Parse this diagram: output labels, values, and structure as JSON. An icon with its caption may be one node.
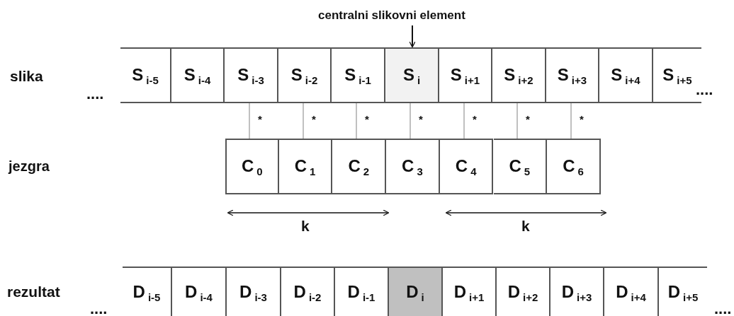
{
  "diagram": {
    "nodes": [
      {
        "text": [
          "centralni slikovni element"
        ]
      },
      {
        "text": [
          "S$_{i-5}$"
        ]
      },
      {
        "text": [
          "S$_{i-4}$"
        ]
      },
      {
        "text": [
          "S$_{i-3}$"
        ]
      },
      {
        "text": [
          "S$_{i-2}$"
        ]
      },
      {
        "text": [
          "S$_{i-1}$"
        ]
      },
      {
        "text": [
          "S$_{i}$"
        ]
      },
      {
        "text": [
          "S$_{i+1}$"
        ]
      },
      {
        "text": [
          "S$_{i+2}$"
        ]
      },
      {
        "text": [
          "S$_{i+3}$"
        ]
      },
      {
        "text": [
          "S$_{i+4}$"
        ]
      },
      {
        "text": [
          "S$_{i+5}$"
        ]
      },
      {
        "text": [
          "C$_{0}$"
        ]
      },
      {
        "text": [
          "C$_{1}$"
        ]
      },
      {
        "text": [
          "C$_{2}$"
        ]
      },
      {
        "text": [
          "C$_{3}$"
        ]
      },
      {
        "text": [
          "C$_{4}$"
        ]
      },
      {
        "text": [
          "C$_{5}$"
        ]
      },
      {
        "text": [
          "C$_{6}$"
        ]
      },
      {
        "text": [
          "D$_{i-5}$"
        ]
      },
      {
        "text": [
          "D$_{i-4}$"
        ]
      },
      {
        "text": [
          "D$_{i-3}$"
        ]
      },
      {
        "text": [
          "D$_{i-2}$"
        ]
      },
      {
        "text": [
          "D$_{i-1}$"
        ]
      },
      {
        "text": [
          "D$_{i}$"
        ]
      },
      {
        "text": [
          "D$_{i+1}$"
        ]
      },
      {
        "text": [
          "D$_{i+2}$"
        ]
      },
      {
        "text": [
          "D$_{i+3}$"
        ]
      },
      {
        "text": [
          "D$_{i+4}$"
        ]
      },
      {
        "text": [
          "D$_{i+5}$"
        ]
      }
    ],
    "edges": [
      {
        "from": 0,
        "to": 6,
        "arrow": "to",
        "color": "#111111"
      },
      {
        "from": 3,
        "to": 12,
        "arrow": "none",
        "label": "*",
        "color": "#c0c0c0"
      },
      {
        "from": 4,
        "to": 13,
        "arrow": "none",
        "label": "*",
        "color": "#c0c0c0"
      },
      {
        "from": 5,
        "to": 14,
        "arrow": "none",
        "label": "*",
        "color": "#c0c0c0"
      },
      {
        "from": 6,
        "to": 15,
        "arrow": "none",
        "label": "*",
        "color": "#c0c0c0"
      },
      {
        "from": 7,
        "to": 16,
        "arrow": "none",
        "label": "*",
        "color": "#c0c0c0"
      },
      {
        "from": 8,
        "to": 17,
        "arrow": "none",
        "label": "*",
        "color": "#c0c0c0"
      },
      {
        "from": 9,
        "to": 18,
        "arrow": "none",
        "label": "*",
        "color": "#c0c0c0"
      }
    ],
    "labels": [
      "slika",
      "....",
      "....",
      "jezgra",
      "k",
      "k",
      "rezultat",
      "....",
      "...."
    ]
  }
}
